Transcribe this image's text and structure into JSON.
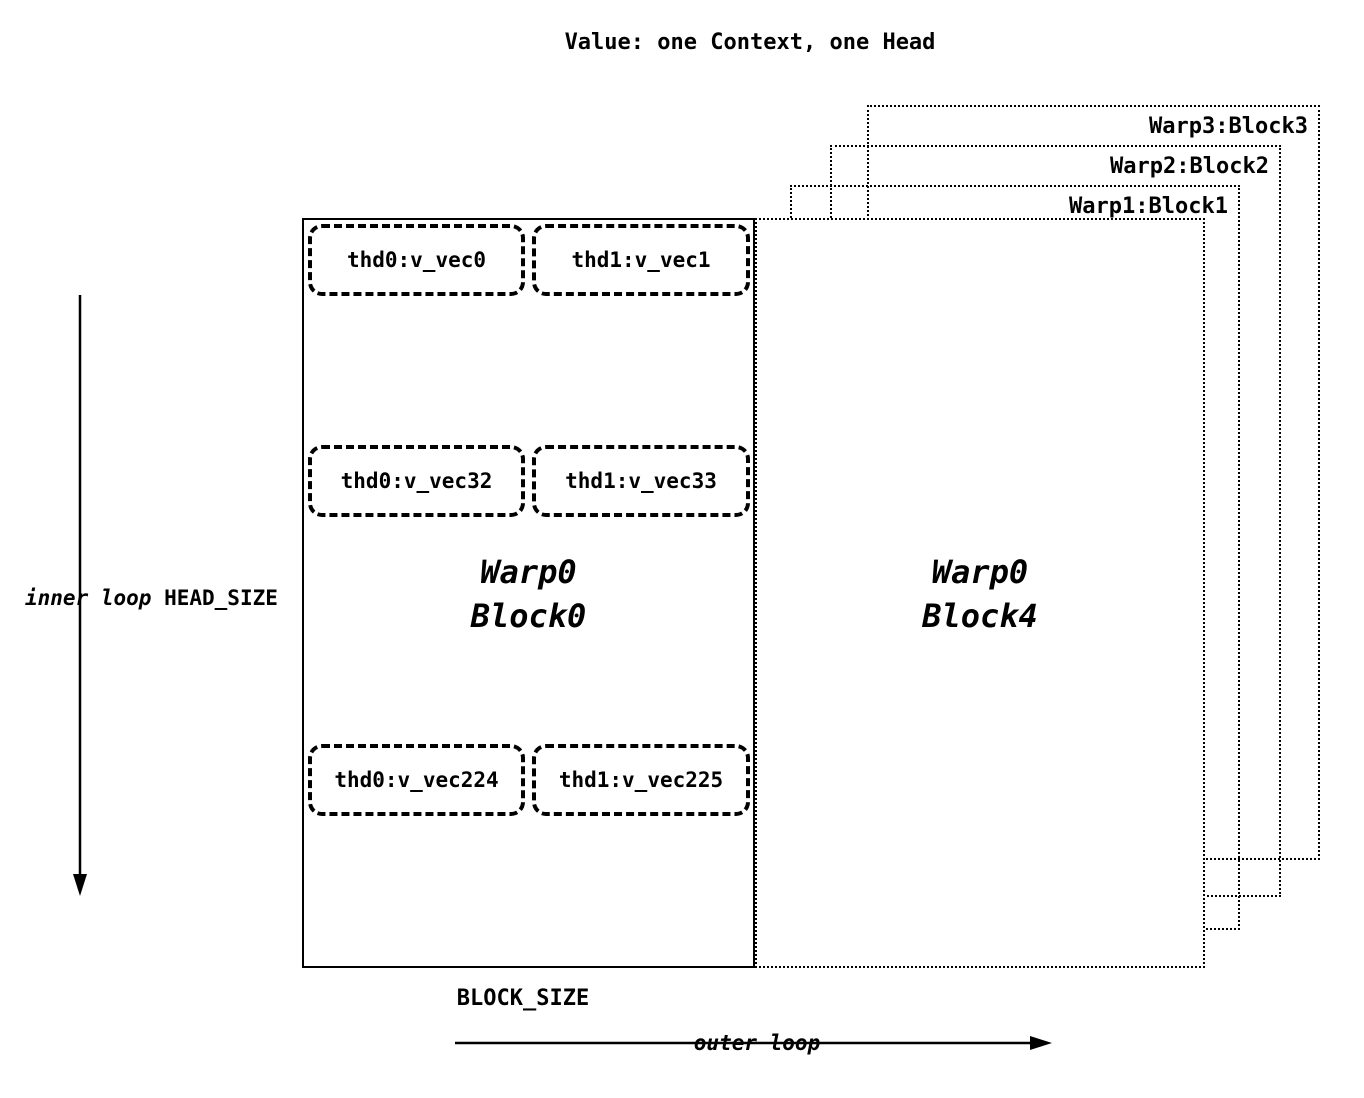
{
  "title": "Value: one Context, one Head",
  "back_blocks": [
    "Warp1:Block1",
    "Warp2:Block2",
    "Warp3:Block3"
  ],
  "block4": {
    "line1": "Warp0",
    "line2": "Block4"
  },
  "block0": {
    "line1": "Warp0",
    "line2": "Block0",
    "rows": [
      {
        "left": "thd0:v_vec0",
        "right": "thd1:v_vec1"
      },
      {
        "left": "thd0:v_vec32",
        "right": "thd1:v_vec33"
      },
      {
        "left": "thd0:v_vec224",
        "right": "thd1:v_vec225"
      }
    ]
  },
  "labels": {
    "inner_loop": "inner loop",
    "head_size": "HEAD_SIZE",
    "block_size": "BLOCK_SIZE",
    "outer_loop": "outer loop"
  },
  "colors": {
    "line": "#000000",
    "background": "#ffffff"
  }
}
